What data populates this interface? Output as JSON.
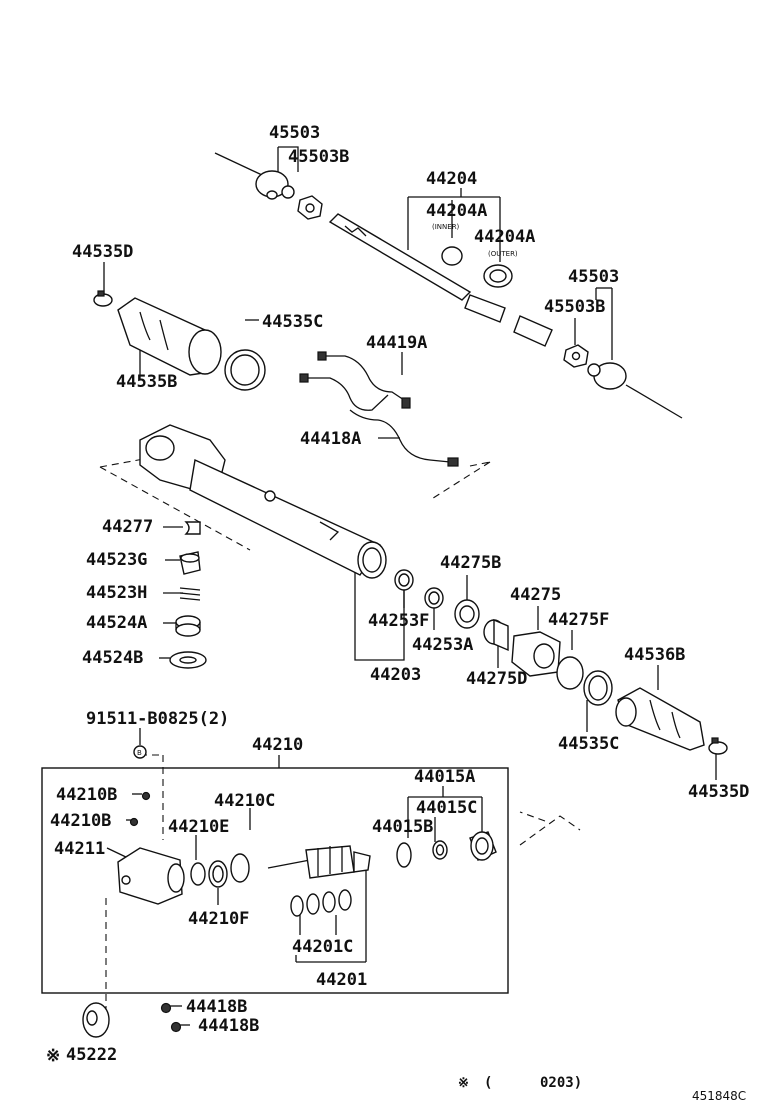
{
  "parts": {
    "p45503_top": "45503",
    "p45503B_top": "45503B",
    "p44204": "44204",
    "p44204A_inner": "44204A",
    "inner_note": "(INNER)",
    "p44204A_outer": "44204A",
    "outer_note": "(OUTER)",
    "p44535D_left": "44535D",
    "p44535C_top": "44535C",
    "p44535B": "44535B",
    "p45503_right": "45503",
    "p45503B_right": "45503B",
    "p44419A": "44419A",
    "p44418A": "44418A",
    "p44277": "44277",
    "p44523G": "44523G",
    "p44523H": "44523H",
    "p44524A": "44524A",
    "p44524B": "44524B",
    "p44275B": "44275B",
    "p44275": "44275",
    "p44275F": "44275F",
    "p44253F": "44253F",
    "p44253A": "44253A",
    "p44203": "44203",
    "p44275D": "44275D",
    "p44536B": "44536B",
    "p44535C_bot": "44535C",
    "p44535D_right": "44535D",
    "p91511": "91511-B0825(2)",
    "p44210": "44210",
    "p44210B_1": "44210B",
    "p44210B_2": "44210B",
    "p44210C": "44210C",
    "p44210E": "44210E",
    "p44211": "44211",
    "p44210F": "44210F",
    "p44015A": "44015A",
    "p44015C": "44015C",
    "p44015B": "44015B",
    "p44201C": "44201C",
    "p44201": "44201",
    "p44418B_1": "44418B",
    "p44418B_2": "44418B",
    "p45222": "45222"
  },
  "notes": {
    "mark_45222": "※",
    "footnote_mark": "※",
    "footnote_open": "(",
    "footnote_date": "0203)",
    "diagram_id": "451848C"
  }
}
